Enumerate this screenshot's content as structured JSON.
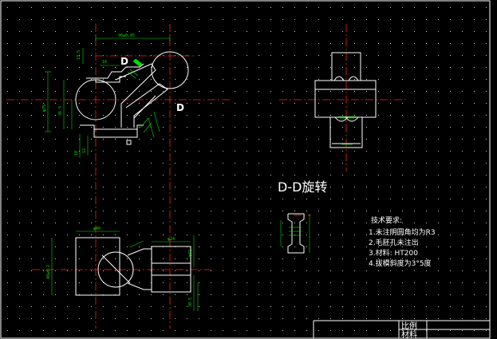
{
  "drawing": {
    "background": "#000000",
    "colors": {
      "outline": "#ffffff",
      "center_line": "#ff2020",
      "dimension": "#00e000",
      "grid_dot": "#c8c8c8"
    },
    "section_marker_1": "D",
    "section_marker_2": "D",
    "section_title": "D-D旋转",
    "notes": {
      "heading": "技术要求:",
      "items": [
        "1.未注明圆角均为R3",
        "2.毛胚孔未注出",
        "3.材料: HT200",
        "4.拔模斜度为3°5度"
      ]
    },
    "title_block": {
      "scale_label": "比例",
      "material_label": "材料"
    }
  }
}
